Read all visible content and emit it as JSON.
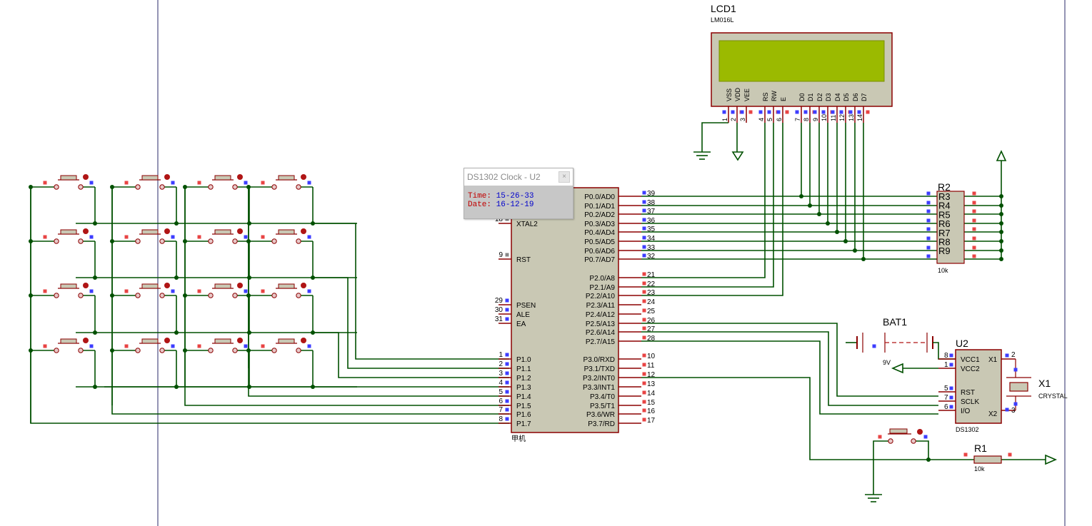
{
  "lcd": {
    "ref": "LCD1",
    "model": "LM016L",
    "pin_names": [
      "VSS",
      "VDD",
      "VEE",
      "RS",
      "RW",
      "E",
      "D0",
      "D1",
      "D2",
      "D3",
      "D4",
      "D5",
      "D6",
      "D7"
    ],
    "pin_numbers": [
      "1",
      "2",
      "3",
      "4",
      "5",
      "6",
      "7",
      "8",
      "9",
      "10",
      "11",
      "12",
      "13",
      "14"
    ]
  },
  "mcu": {
    "caption": "甲机",
    "left_pins": [
      {
        "num": "18",
        "name": "XTAL2"
      },
      {
        "num": "9",
        "name": "RST"
      },
      {
        "num": "29",
        "name": "PSEN"
      },
      {
        "num": "30",
        "name": "ALE"
      },
      {
        "num": "31",
        "name": "EA"
      },
      {
        "num": "1",
        "name": "P1.0"
      },
      {
        "num": "2",
        "name": "P1.1"
      },
      {
        "num": "3",
        "name": "P1.2"
      },
      {
        "num": "4",
        "name": "P1.3"
      },
      {
        "num": "5",
        "name": "P1.4"
      },
      {
        "num": "6",
        "name": "P1.5"
      },
      {
        "num": "7",
        "name": "P1.6"
      },
      {
        "num": "8",
        "name": "P1.7"
      }
    ],
    "right_pins": [
      {
        "num": "39",
        "name": "P0.0/AD0"
      },
      {
        "num": "38",
        "name": "P0.1/AD1"
      },
      {
        "num": "37",
        "name": "P0.2/AD2"
      },
      {
        "num": "36",
        "name": "P0.3/AD3"
      },
      {
        "num": "35",
        "name": "P0.4/AD4"
      },
      {
        "num": "34",
        "name": "P0.5/AD5"
      },
      {
        "num": "33",
        "name": "P0.6/AD6"
      },
      {
        "num": "32",
        "name": "P0.7/AD7"
      },
      {
        "num": "21",
        "name": "P2.0/A8"
      },
      {
        "num": "22",
        "name": "P2.1/A9"
      },
      {
        "num": "23",
        "name": "P2.2/A10"
      },
      {
        "num": "24",
        "name": "P2.3/A11"
      },
      {
        "num": "25",
        "name": "P2.4/A12"
      },
      {
        "num": "26",
        "name": "P2.5/A13"
      },
      {
        "num": "27",
        "name": "P2.6/A14"
      },
      {
        "num": "28",
        "name": "P2.7/A15"
      },
      {
        "num": "10",
        "name": "P3.0/RXD"
      },
      {
        "num": "11",
        "name": "P3.1/TXD"
      },
      {
        "num": "12",
        "name": "P3.2/INT0"
      },
      {
        "num": "13",
        "name": "P3.3/INT1"
      },
      {
        "num": "14",
        "name": "P3.4/T0"
      },
      {
        "num": "15",
        "name": "P3.5/T1"
      },
      {
        "num": "16",
        "name": "P3.6/WR"
      },
      {
        "num": "17",
        "name": "P3.7/RD"
      }
    ]
  },
  "resistor_pack": {
    "ref": "R2",
    "value": "10k",
    "labels": [
      "R3",
      "R4",
      "R5",
      "R6",
      "R7",
      "R8",
      "R9"
    ]
  },
  "battery": {
    "ref": "BAT1",
    "value": "9V"
  },
  "rtc": {
    "ref": "U2",
    "part": "DS1302",
    "pins": [
      {
        "num": "8",
        "name": "VCC1"
      },
      {
        "num": "1",
        "name": "VCC2"
      },
      {
        "num": "5",
        "name": "RST"
      },
      {
        "num": "7",
        "name": "SCLK"
      },
      {
        "num": "6",
        "name": "I/O"
      },
      {
        "num": "2",
        "name": "X1"
      },
      {
        "num": "3",
        "name": "X2"
      }
    ]
  },
  "crystal": {
    "ref": "X1",
    "value": "CRYSTAL"
  },
  "reset_resistor": {
    "ref": "R1",
    "value": "10k"
  },
  "popup": {
    "title": "DS1302 Clock - U2",
    "close": "×",
    "time_label": "Time:",
    "time_value": "15-26-33",
    "date_label": "Date:",
    "date_value": "16-12-19"
  },
  "colors": {
    "wire": "#005000",
    "body": "#c9c8b4",
    "outline": "#8b0000",
    "lcd_screen": "#9bba00",
    "pin_red": "#e84444",
    "pin_blue": "#3d3dff"
  }
}
